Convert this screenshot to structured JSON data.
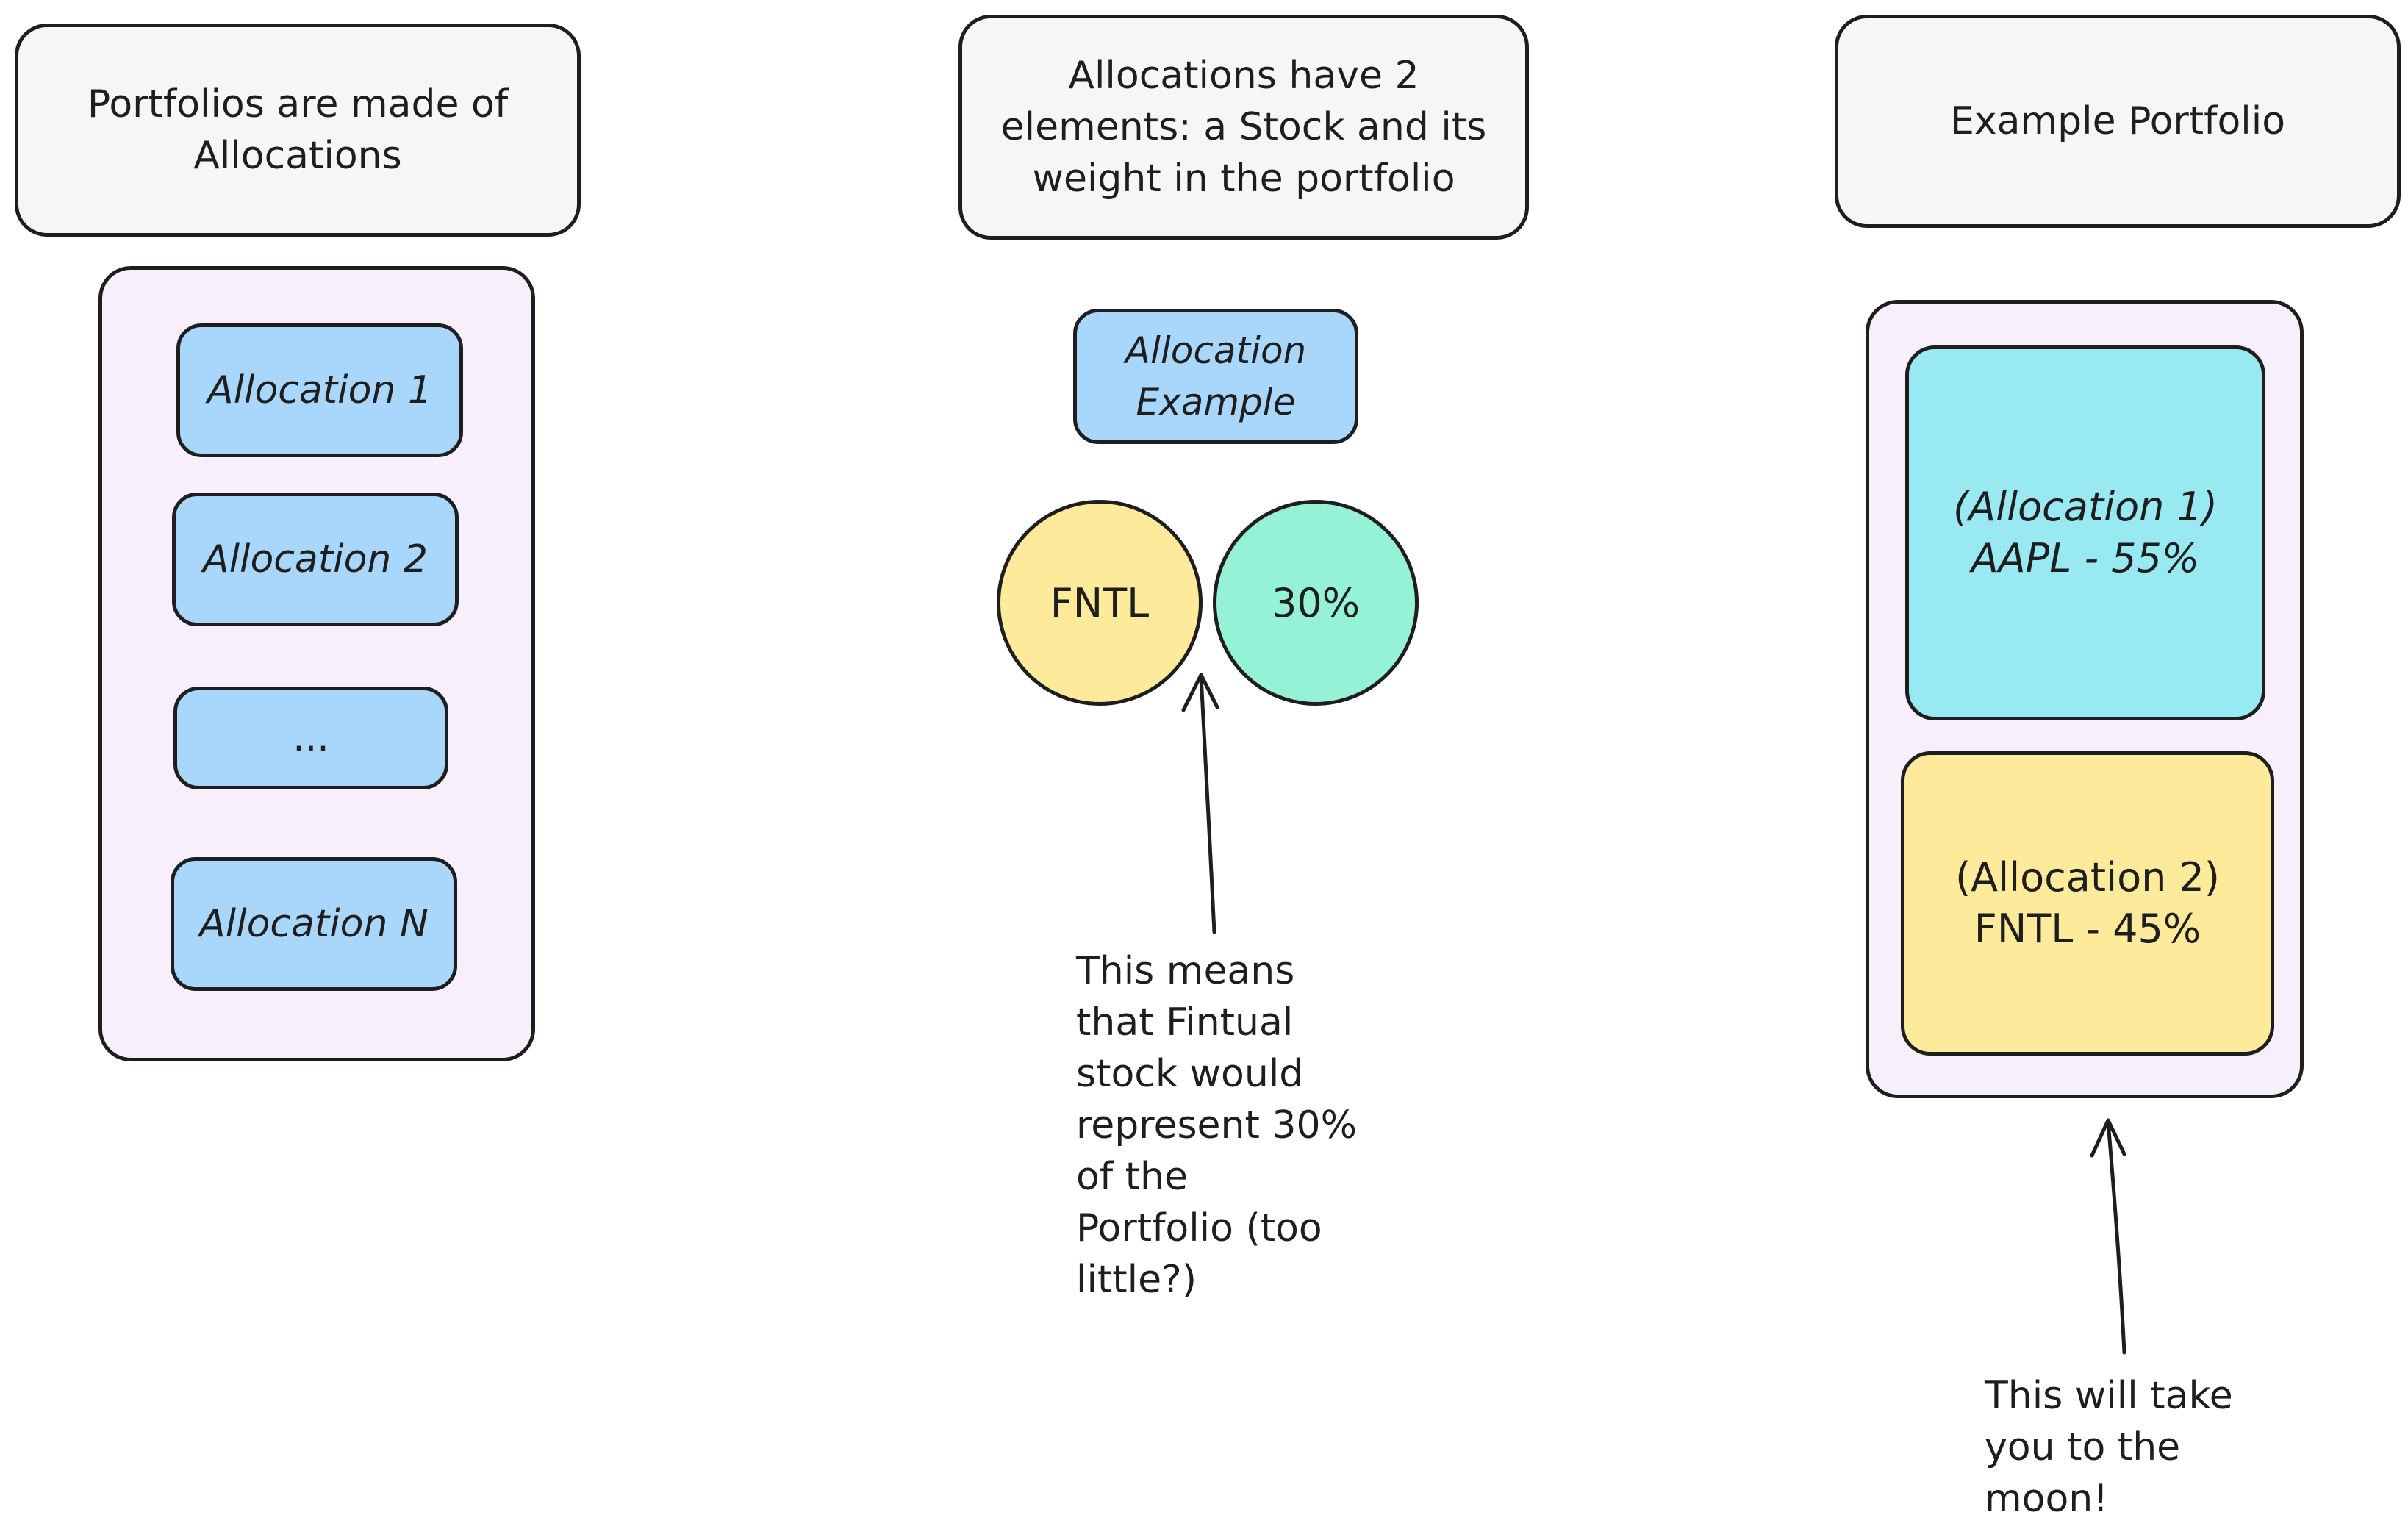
{
  "headers": {
    "portfolios": "Portfolios are made of\nAllocations",
    "allocations": "Allocations have 2\nelements: a Stock and its\nweight in the portfolio",
    "example": "Example Portfolio"
  },
  "allocation_list": [
    "Allocation 1",
    "Allocation 2",
    "...",
    "Allocation N"
  ],
  "allocation_example": {
    "label": "Allocation\nExample",
    "stock": "FNTL",
    "weight": "30%",
    "note": "This means\nthat Fintual\nstock would\nrepresent 30%\nof the\nPortfolio (too\nlittle?)"
  },
  "example_portfolio": {
    "allocation_1": "(Allocation 1)\nAAPL - 55%",
    "allocation_2": "(Allocation 2)\nFNTL - 45%",
    "note": "This will take\nyou to the\nmoon!"
  },
  "colors": {
    "header_bg": "#f5f6f8",
    "container_bg": "#f7f0fc",
    "allocation_blue": "#a8d7fb",
    "stock_yellow": "#fdea9b",
    "weight_green": "#96f2d7",
    "aapl_cyan": "#99e9f2",
    "stroke": "#1e1e1e"
  }
}
